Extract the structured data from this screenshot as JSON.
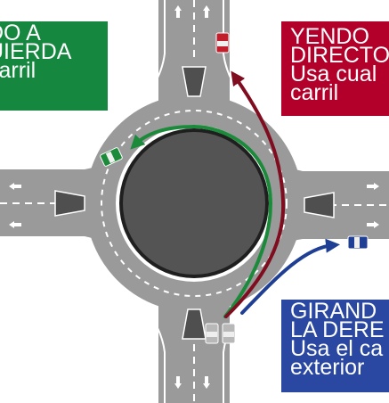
{
  "colors": {
    "green_panel": "#15873f",
    "red_panel": "#b3002a",
    "blue_panel": "#2a48a1",
    "road": "#9a9a9a",
    "road_dark": "#8a8a8a",
    "island": "#4e4e4e",
    "island_ring": "#ffffff",
    "green_arrow": "#1b8a3a",
    "red_arrow": "#7f0d1f",
    "blue_arrow": "#1f3f95"
  },
  "icons": {
    "lane_arrows": "lane-arrow-icon",
    "cars": "car-icon"
  },
  "panels": {
    "left": {
      "lines": [
        "DO A",
        "UIERDA",
        "carril"
      ]
    },
    "right": {
      "lines": [
        "YENDO",
        "DIRECTO",
        "Usa cual",
        "carril"
      ]
    },
    "bottom": {
      "lines": [
        "GIRAND",
        "LA DERE",
        "Usa el ca",
        "exterior"
      ]
    }
  }
}
